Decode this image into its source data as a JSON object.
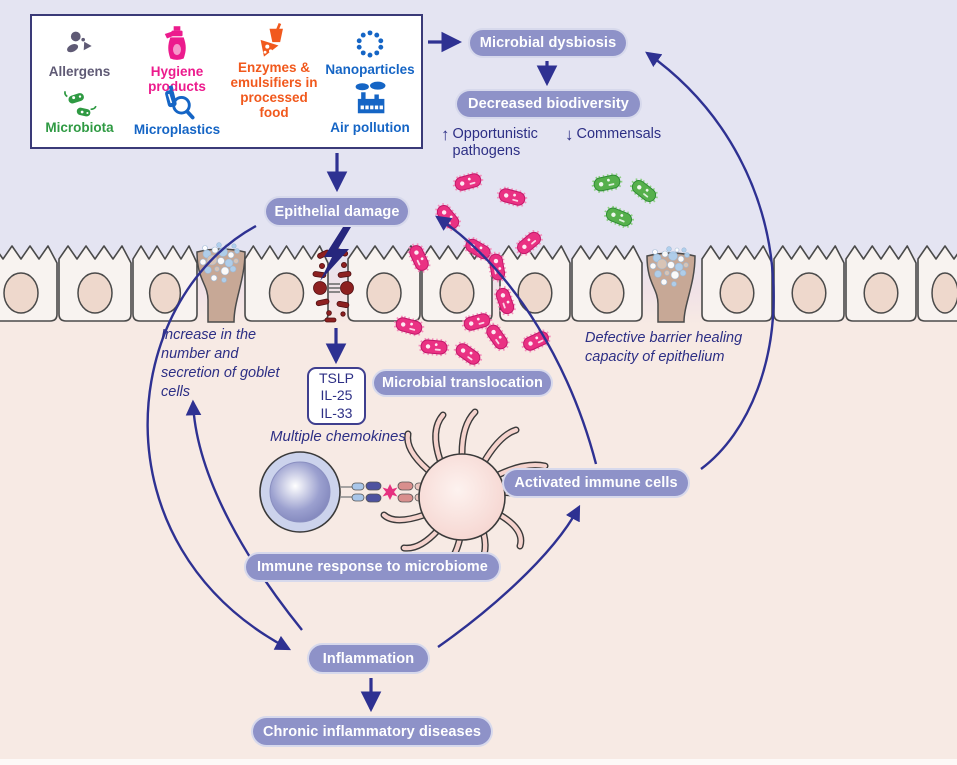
{
  "colors": {
    "navy": "#2e3192",
    "pill_bg": "#8e92c8",
    "lavender_bg": "#e4e4f2",
    "pink_bg": "#f7eae4",
    "pink_bacteria": "#ea3183",
    "green_bacteria": "#56b04c",
    "tight_junction_red": "#8d2020"
  },
  "factors_box": {
    "items": [
      {
        "icon": "allergens-icon",
        "label": "Allergens",
        "color": "#5f5a75"
      },
      {
        "icon": "hygiene-products-icon",
        "label": "Hygiene products",
        "color": "#ec1b8d"
      },
      {
        "icon": "processed-food-icon",
        "label": "Enzymes & emulsifiers in processed food",
        "color": "#f1591d"
      },
      {
        "icon": "nanoparticles-icon",
        "label": "Nanoparticles",
        "color": "#1565c5"
      },
      {
        "icon": "microbiota-icon",
        "label": "Microbiota",
        "color": "#2f9a43"
      },
      {
        "icon": "microplastics-icon",
        "label": "Microplastics",
        "color": "#1565c5"
      },
      {
        "icon": "air-pollution-icon",
        "label": "Air pollution",
        "color": "#1565c5"
      }
    ]
  },
  "nodes": {
    "microbial_dysbiosis": "Microbial dysbiosis",
    "decreased_biodiversity": "Decreased biodiversity",
    "epithelial_damage": "Epithelial damage",
    "microbial_translocation": "Microbial translocation",
    "activated_immune_cells": "Activated immune cells",
    "immune_response": "Immune response to microbiome",
    "inflammation": "Inflammation",
    "chronic_diseases": "Chronic inflammatory diseases"
  },
  "labels": {
    "opportunistic_arrow": "↑",
    "opportunistic": "Opportunistic pathogens",
    "commensals_arrow": "↓",
    "commensals": "Commensals",
    "goblet_note": "Increase in the number and secretion of goblet cells",
    "barrier_note": "Defective barrier healing capacity of epithelium",
    "chemokines_note": "Multiple chemokines",
    "cytokines": [
      "TSLP",
      "IL-25",
      "IL-33"
    ]
  }
}
